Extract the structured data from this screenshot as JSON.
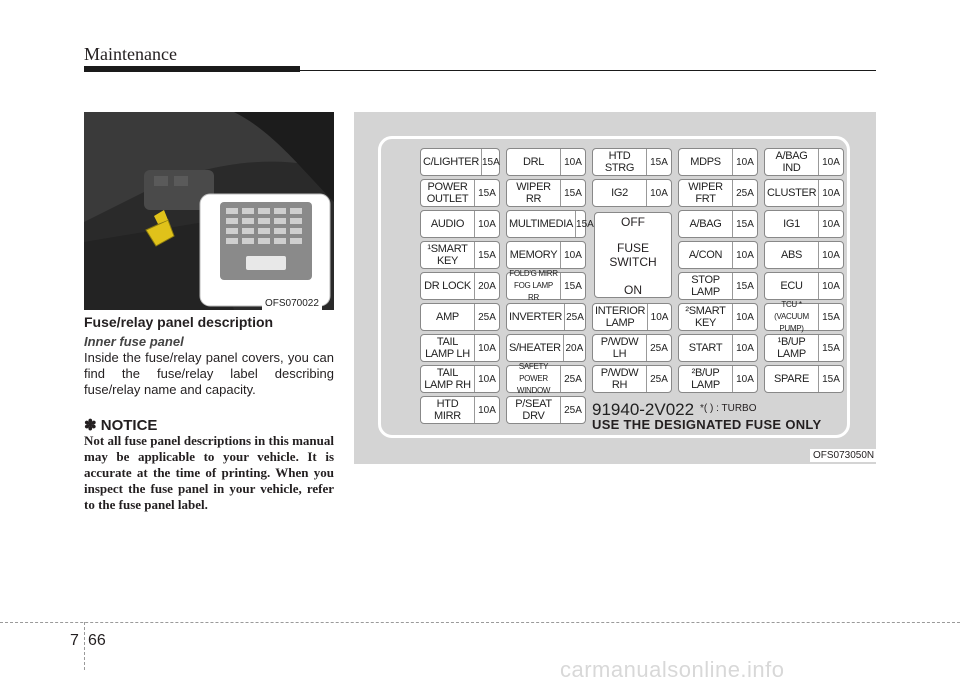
{
  "header": {
    "title": "Maintenance"
  },
  "figure1": {
    "caption": "OFS070022"
  },
  "section": {
    "title": "Fuse/relay panel description",
    "subtitle": "Inner fuse panel",
    "paragraph": "Inside the fuse/relay panel covers, you can find the fuse/relay label describing fuse/relay name and capacity."
  },
  "notice": {
    "title": "✽ NOTICE",
    "body": "Not all fuse panel descriptions in this manual may be applicable to your vehicle. It is accurate at the time of printing. When you inspect the fuse panel in your vehicle, refer to the fuse panel label."
  },
  "figure2": {
    "caption": "OFS073050N",
    "fuses": [
      {
        "name": "C/LIGHTER",
        "cap": "15A"
      },
      {
        "name": "POWER OUTLET",
        "cap": "15A"
      },
      {
        "name": "AUDIO",
        "cap": "10A"
      },
      {
        "name": "¹SMART KEY",
        "cap": "15A"
      },
      {
        "name": "DR LOCK",
        "cap": "20A"
      },
      {
        "name": "AMP",
        "cap": "25A"
      },
      {
        "name": "TAIL LAMP LH",
        "cap": "10A"
      },
      {
        "name": "TAIL LAMP RH",
        "cap": "10A"
      },
      {
        "name": "HTD MIRR",
        "cap": "10A"
      },
      {
        "name": "DRL",
        "cap": "10A"
      },
      {
        "name": "WIPER RR",
        "cap": "15A"
      },
      {
        "name": "MULTIMEDIA",
        "cap": "15A"
      },
      {
        "name": "MEMORY",
        "cap": "10A"
      },
      {
        "name": "FOLD'G MIRR FOG LAMP RR",
        "cap": "15A"
      },
      {
        "name": "INVERTER",
        "cap": "25A"
      },
      {
        "name": "S/HEATER",
        "cap": "20A"
      },
      {
        "name": "SAFETY POWER WINDOW",
        "cap": "25A"
      },
      {
        "name": "P/SEAT DRV",
        "cap": "25A"
      },
      {
        "name": "HTD STRG",
        "cap": "15A"
      },
      {
        "name": "IG2",
        "cap": "10A"
      },
      {
        "name": "INTERIOR LAMP",
        "cap": "10A"
      },
      {
        "name": "P/WDW LH",
        "cap": "25A"
      },
      {
        "name": "P/WDW RH",
        "cap": "25A"
      },
      {
        "name": "MDPS",
        "cap": "10A"
      },
      {
        "name": "WIPER FRT",
        "cap": "25A"
      },
      {
        "name": "A/BAG",
        "cap": "15A"
      },
      {
        "name": "A/CON",
        "cap": "10A"
      },
      {
        "name": "STOP LAMP",
        "cap": "15A"
      },
      {
        "name": "²SMART KEY",
        "cap": "10A"
      },
      {
        "name": "START",
        "cap": "10A"
      },
      {
        "name": "²B/UP LAMP",
        "cap": "10A"
      },
      {
        "name": "A/BAG IND",
        "cap": "10A"
      },
      {
        "name": "CLUSTER",
        "cap": "10A"
      },
      {
        "name": "IG1",
        "cap": "10A"
      },
      {
        "name": "ABS",
        "cap": "10A"
      },
      {
        "name": "ECU",
        "cap": "10A"
      },
      {
        "name": "TCU *(VACUUM PUMP)",
        "cap": "15A"
      },
      {
        "name": "¹B/UP LAMP",
        "cap": "15A"
      },
      {
        "name": "SPARE",
        "cap": "15A"
      }
    ],
    "switch": {
      "off": "OFF",
      "name1": "FUSE",
      "name2": "SWITCH",
      "on": "ON"
    },
    "part_number": "91940-2V022",
    "turbo_note": "*( ) : TURBO",
    "warning": "USE THE DESIGNATED FUSE ONLY"
  },
  "footer": {
    "chapter": "7",
    "page": "66",
    "watermark": "carmanualsonline.info"
  }
}
